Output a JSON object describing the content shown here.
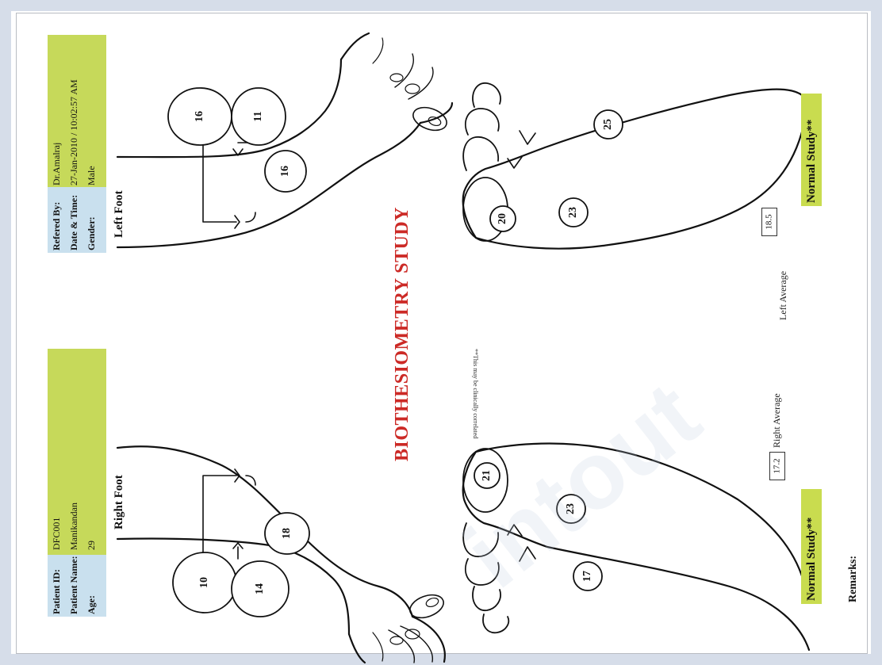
{
  "patient": {
    "id_label": "Patient ID:",
    "id_value": "DFC001",
    "name_label": "Patient Name:",
    "name_value": "Manikandan",
    "age_label": "Age:",
    "age_value": "29"
  },
  "referral": {
    "referred_label": "Refered By:",
    "referred_value": "Dr.Amalraj",
    "datetime_label": "Date & Time:",
    "datetime_value": "27-Jan-2010 / 10:02:57 AM",
    "gender_label": "Gender:",
    "gender_value": "Male"
  },
  "title": "BIOTHESIOMETRY STUDY",
  "note": "**This may be clinically correlated",
  "right_foot": {
    "title": "Right Foot",
    "dorsal_values": [
      "10",
      "14",
      "18"
    ],
    "plantar_values": [
      "21",
      "23",
      "17"
    ],
    "average_label": "Right Average",
    "average_value": "17.2",
    "status": "Normal Study**"
  },
  "left_foot": {
    "title": "Left Foot",
    "dorsal_values": [
      "16",
      "11",
      "16"
    ],
    "plantar_values": [
      "20",
      "23",
      "25"
    ],
    "average_label": "Left Average",
    "average_value": "18.5",
    "status": "Normal Study**"
  },
  "remarks_label": "Remarks:",
  "watermark": "intout",
  "colors": {
    "header_band": "#c6d95a",
    "label_cell": "#c9e0ee",
    "title_red": "#cc2a26",
    "frame": "#d6dde9"
  }
}
